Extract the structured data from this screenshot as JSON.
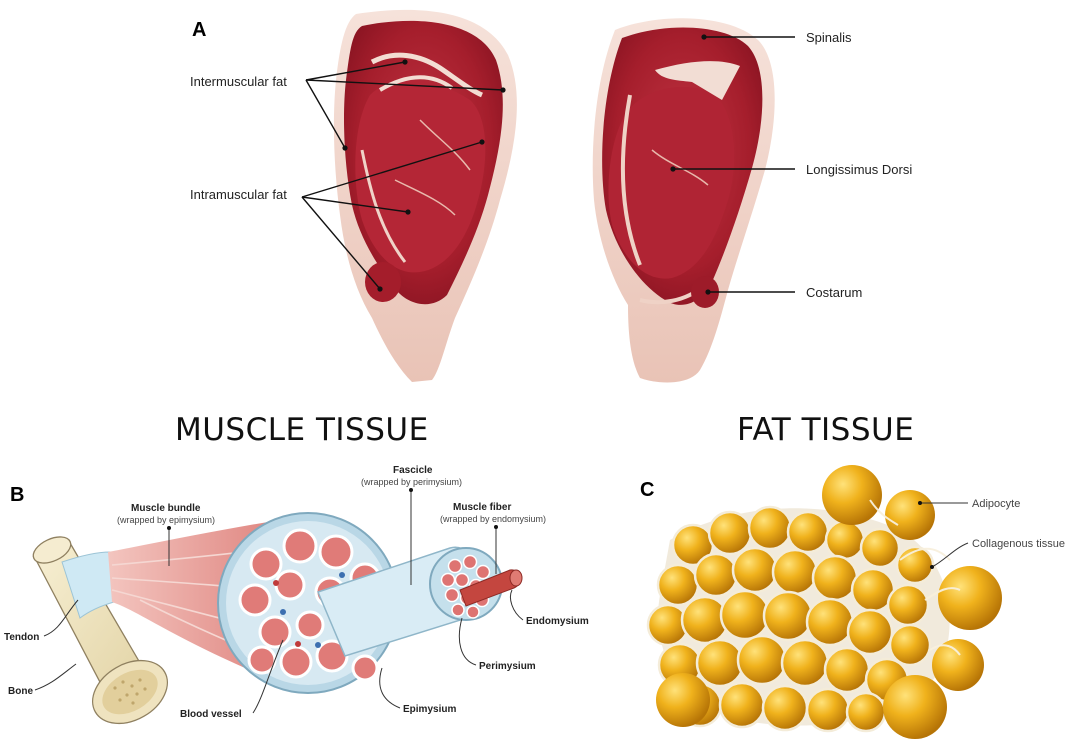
{
  "panels": {
    "a": "A",
    "b": "B",
    "c": "C"
  },
  "headings": {
    "muscle": "MUSCLE TISSUE",
    "fat": "FAT TISSUE"
  },
  "steak_left": {
    "intermuscular": "Intermuscular fat",
    "intramuscular": "Intramuscular fat"
  },
  "steak_right": {
    "spinalis": "Spinalis",
    "longissimus": "Longissimus Dorsi",
    "costarum": "Costarum"
  },
  "muscle": {
    "fascicle": "Fascicle",
    "fascicle_sub": "(wrapped by perimysium)",
    "bundle": "Muscle bundle",
    "bundle_sub": "(wrapped by epimysium)",
    "fiber": "Muscle fiber",
    "fiber_sub": "(wrapped by endomysium)",
    "tendon": "Tendon",
    "bone": "Bone",
    "blood_vessel": "Blood vessel",
    "epimysium": "Epimysium",
    "perimysium": "Perimysium",
    "endomysium": "Endomysium"
  },
  "fat": {
    "adipocyte": "Adipocyte",
    "collagenous": "Collagenous tissue"
  },
  "colors": {
    "meat": "#b3202e",
    "fat_marbling": "#f1d9cf",
    "muscle_pink": "#e48a86",
    "adipocyte": "#e8a514",
    "connective": "#cfe3ee"
  }
}
